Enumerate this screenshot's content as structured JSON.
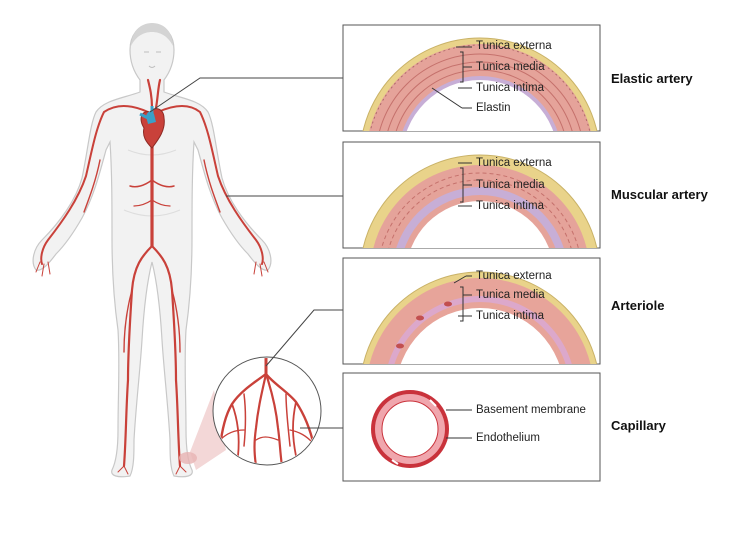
{
  "panels": [
    {
      "title": "Elastic artery",
      "labels": [
        "Tunica externa",
        "Tunica media",
        "Tunica intima",
        "Elastin"
      ]
    },
    {
      "title": "Muscular artery",
      "labels": [
        "Tunica externa",
        "Tunica media",
        "Tunica intima"
      ]
    },
    {
      "title": "Arteriole",
      "labels": [
        "Tunica externa",
        "Tunica media",
        "Tunica intima"
      ]
    },
    {
      "title": "Capillary",
      "labels": [
        "Basement membrane",
        "Endothelium"
      ]
    }
  ],
  "colors": {
    "artery": "#c9413a",
    "body_fill": "#f2f2f2",
    "body_stroke": "#c8c8c8",
    "externa": "#e9d38a",
    "media": "#e49b93",
    "intima": "#c7aed6",
    "capillary": "#c9323b",
    "panel_border": "#555555"
  }
}
